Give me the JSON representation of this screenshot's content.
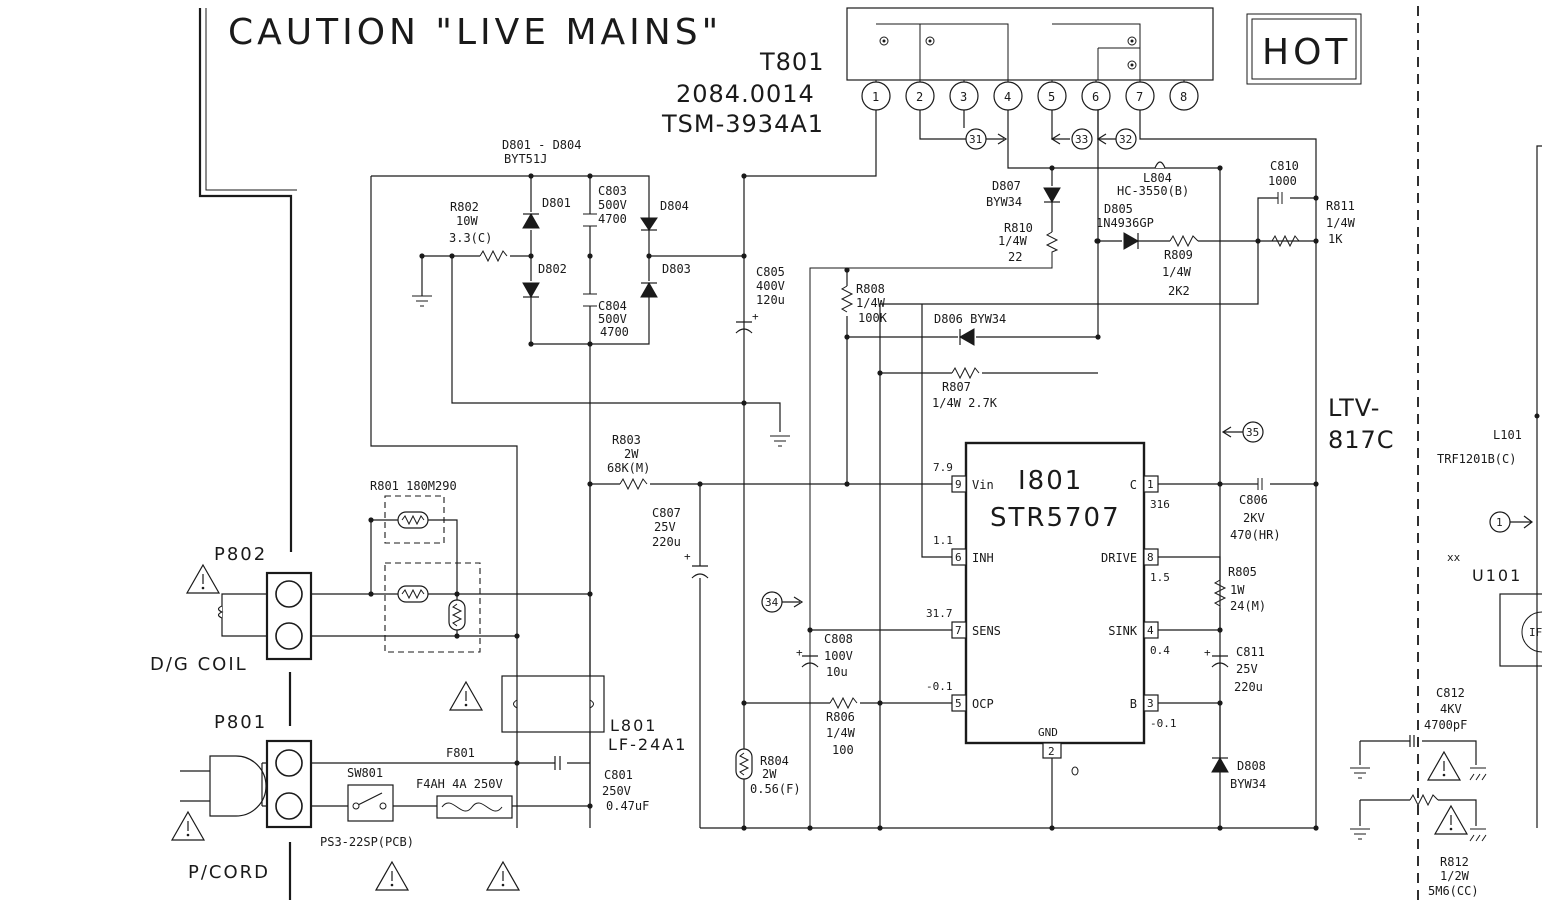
{
  "caution": "CAUTION \"LIVE MAINS\"",
  "hot": "HOT",
  "ltv": [
    "LTV-",
    "817C"
  ],
  "transformer": {
    "ref": "T801",
    "part": "2084.0014",
    "model": "TSM-3934A1",
    "pins": [
      "1",
      "2",
      "3",
      "4",
      "5",
      "6",
      "7",
      "8"
    ],
    "nodes": [
      "31",
      "33",
      "32"
    ]
  },
  "ic": {
    "ref": "I801",
    "part": "STR5707",
    "pins_left": [
      {
        "num": "9",
        "name": "Vin",
        "volt": "7.9"
      },
      {
        "num": "6",
        "name": "INH",
        "volt": "1.1"
      },
      {
        "num": "7",
        "name": "SENS",
        "volt": "31.7"
      },
      {
        "num": "5",
        "name": "OCP",
        "volt": "-0.1"
      }
    ],
    "pins_right": [
      {
        "num": "1",
        "name": "C",
        "volt": "316"
      },
      {
        "num": "8",
        "name": "DRIVE",
        "volt": "1.5"
      },
      {
        "num": "4",
        "name": "SINK",
        "volt": "0.4"
      },
      {
        "num": "3",
        "name": "B",
        "volt": "-0.1"
      }
    ],
    "gnd_pin": "2",
    "gnd_name": "GND"
  },
  "components": {
    "d801_d804": [
      "D801 - D804",
      "BYT51J"
    ],
    "r802": [
      "R802",
      "10W",
      "3.3(C)"
    ],
    "d801": "D801",
    "d802": "D802",
    "d803": "D803",
    "d804": "D804",
    "c803": [
      "C803",
      "500V",
      "4700"
    ],
    "c804": [
      "C804",
      "500V",
      "4700"
    ],
    "c805": [
      "C805",
      "400V",
      "120u"
    ],
    "d807": [
      "D807",
      "BYW34"
    ],
    "r810": [
      "R810",
      "1/4W",
      "22"
    ],
    "l804": [
      "L804",
      "HC-3550(B)"
    ],
    "d805": [
      "D805",
      "1N4936GP"
    ],
    "r809": [
      "R809",
      "1/4W",
      "2K2"
    ],
    "c810": [
      "C810",
      "1000"
    ],
    "r811": [
      "R811",
      "1/4W",
      "1K"
    ],
    "r808": [
      "R808",
      "1/4W",
      "100K"
    ],
    "d806": "D806  BYW34",
    "r807": [
      "R807",
      "1/4W  2.7K"
    ],
    "r803": [
      "R803",
      "2W",
      "68K(M)"
    ],
    "r801": "R801  180M290",
    "c807": [
      "C807",
      "25V",
      "220u"
    ],
    "c806": [
      "C806",
      "2KV",
      "470(HR)"
    ],
    "r805": [
      "R805",
      "1W",
      "24(M)"
    ],
    "c808": [
      "C808",
      "100V",
      "10u"
    ],
    "r806": [
      "R806",
      "1/4W",
      "100"
    ],
    "c811": [
      "C811",
      "25V",
      "220u"
    ],
    "l801": [
      "L801",
      "LF-24A1"
    ],
    "r804": [
      "R804",
      "2W",
      "0.56(F)"
    ],
    "d808": [
      "D808",
      "BYW34"
    ],
    "f801": "F801",
    "sw801": "SW801",
    "fuse": "F4AH  4A  250V",
    "c801": [
      "C801",
      "250V",
      "0.47uF"
    ],
    "sw_part": "PS3-22SP(PCB)",
    "c812": [
      "C812",
      "4KV",
      "4700pF"
    ],
    "r812": [
      "R812",
      "1/2W",
      "5M6(CC)"
    ],
    "l101": "L101",
    "trf": "TRF1201B(C)",
    "u101": "U101",
    "if_box": "IF",
    "xx": "xx"
  },
  "connectors": {
    "p802": "P802",
    "dg_coil": "D/G  COIL",
    "p801": "P801",
    "pcord": "P/CORD"
  },
  "node_markers": {
    "n34": "34",
    "n35": "35",
    "n1": "1"
  }
}
